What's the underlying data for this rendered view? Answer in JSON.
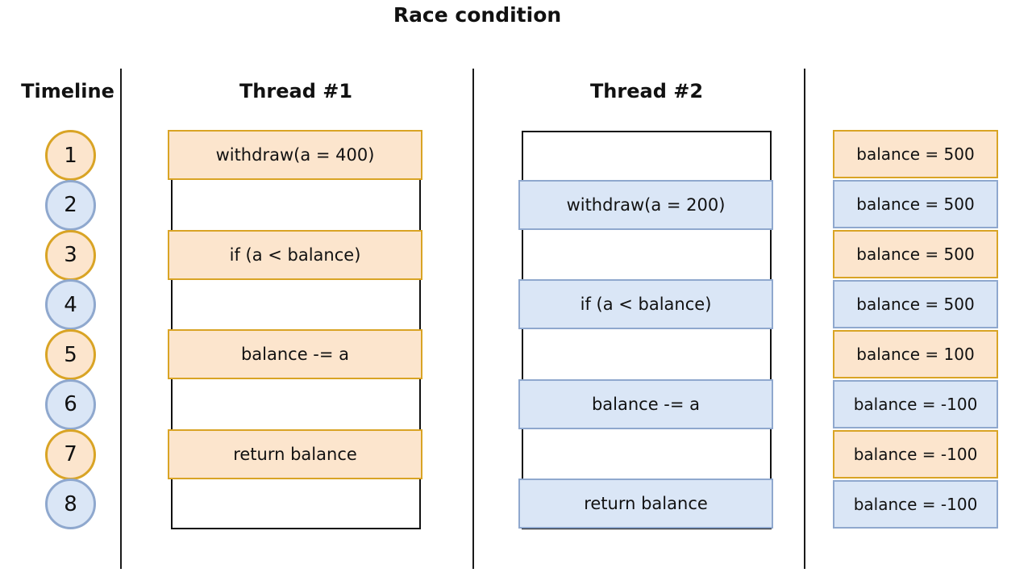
{
  "title": "Race condition",
  "colors": {
    "orange_fill": "#FCE5CD",
    "orange_border": "#D9A425",
    "blue_fill": "#DAE6F6",
    "blue_border": "#8FA8CE",
    "line_black": "#1a1a1a"
  },
  "timeline": {
    "header": "Timeline",
    "ticks": [
      {
        "number": "1",
        "variant": "orange"
      },
      {
        "number": "2",
        "variant": "blue"
      },
      {
        "number": "3",
        "variant": "orange"
      },
      {
        "number": "4",
        "variant": "blue"
      },
      {
        "number": "5",
        "variant": "orange"
      },
      {
        "number": "6",
        "variant": "blue"
      },
      {
        "number": "7",
        "variant": "orange"
      },
      {
        "number": "8",
        "variant": "blue"
      }
    ]
  },
  "thread1": {
    "header": "Thread #1",
    "steps": [
      {
        "timeline_row": 1,
        "label": "withdraw(a = 400)"
      },
      {
        "timeline_row": 3,
        "label": "if (a < balance)"
      },
      {
        "timeline_row": 5,
        "label": "balance -= a"
      },
      {
        "timeline_row": 7,
        "label": "return balance"
      }
    ]
  },
  "thread2": {
    "header": "Thread #2",
    "steps": [
      {
        "timeline_row": 2,
        "label": "withdraw(a = 200)"
      },
      {
        "timeline_row": 4,
        "label": "if (a < balance)"
      },
      {
        "timeline_row": 6,
        "label": "balance -= a"
      },
      {
        "timeline_row": 8,
        "label": "return balance"
      }
    ]
  },
  "balance_column": {
    "rows": [
      {
        "timeline_row": 1,
        "text": "balance = 500",
        "variant": "orange"
      },
      {
        "timeline_row": 2,
        "text": "balance = 500",
        "variant": "blue"
      },
      {
        "timeline_row": 3,
        "text": "balance = 500",
        "variant": "orange"
      },
      {
        "timeline_row": 4,
        "text": "balance = 500",
        "variant": "blue"
      },
      {
        "timeline_row": 5,
        "text": "balance = 100",
        "variant": "orange"
      },
      {
        "timeline_row": 6,
        "text": "balance = -100",
        "variant": "blue"
      },
      {
        "timeline_row": 7,
        "text": "balance = -100",
        "variant": "orange"
      },
      {
        "timeline_row": 8,
        "text": "balance = -100",
        "variant": "blue"
      }
    ]
  }
}
